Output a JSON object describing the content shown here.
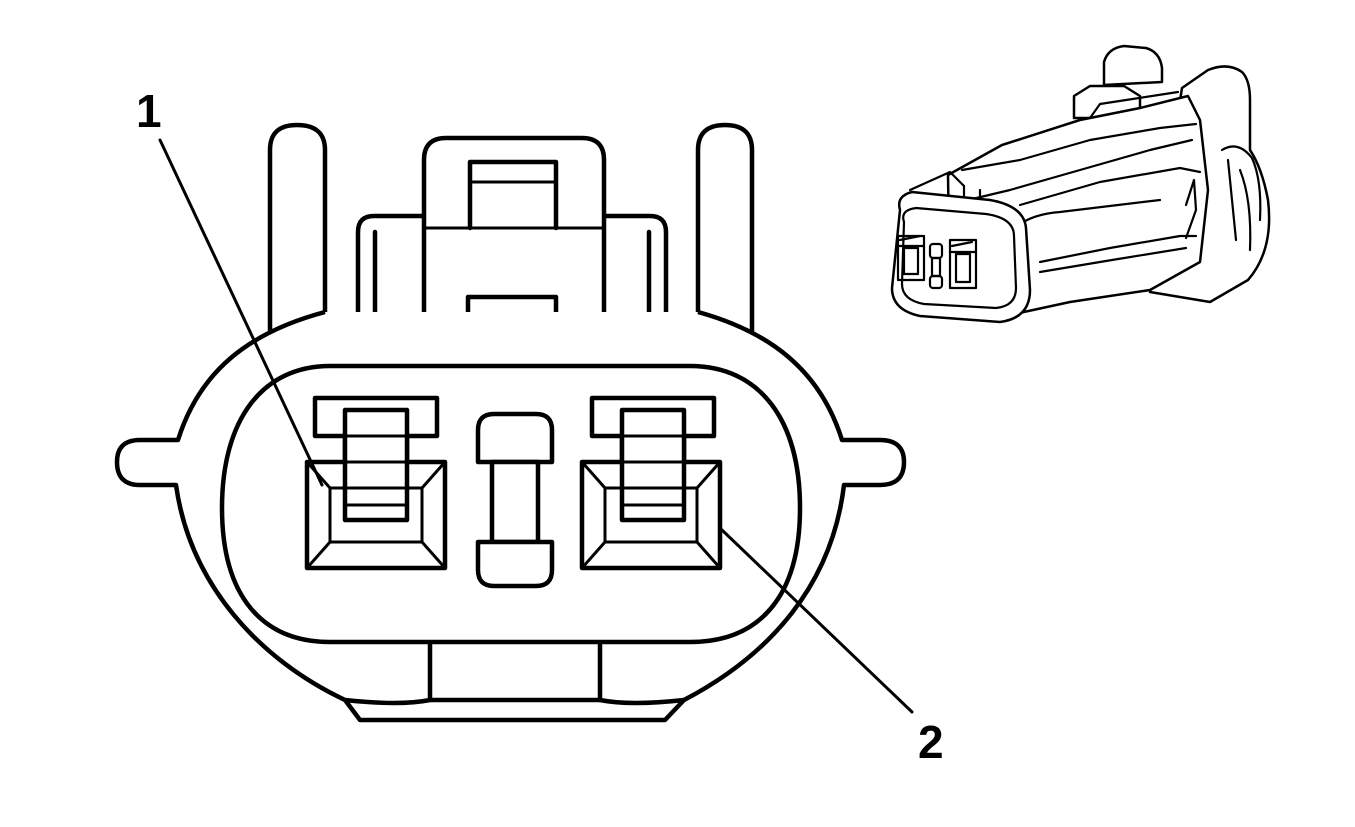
{
  "diagram": {
    "callouts": [
      {
        "label": "1",
        "target": "terminal-cavity-1"
      },
      {
        "label": "2",
        "target": "terminal-cavity-2"
      }
    ],
    "colors": {
      "line": "#000000",
      "background": "#ffffff"
    }
  }
}
